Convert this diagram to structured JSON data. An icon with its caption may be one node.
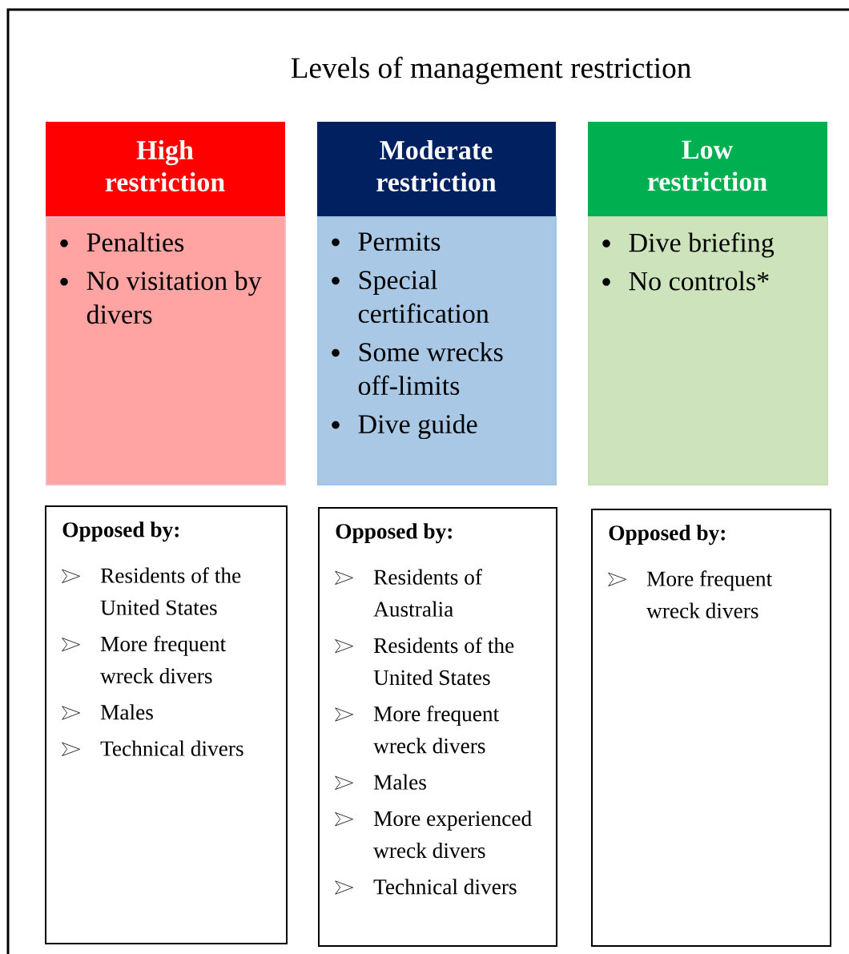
{
  "diagram": {
    "title": "Levels of management restriction",
    "nodes": [
      {
        "text": [
          "High restriction"
        ]
      },
      {
        "text": [
          "Penalties",
          "No visitation by divers"
        ]
      },
      {
        "text": [
          "Moderate restriction"
        ]
      },
      {
        "text": [
          "Permits",
          "Special certification",
          "Some wrecks off-limits",
          "Dive guide"
        ]
      },
      {
        "text": [
          "Low restriction"
        ]
      },
      {
        "text": [
          "Dive briefing",
          "No controls*"
        ]
      },
      {
        "text": [
          "Opposed by:",
          "Residents of the United States",
          "More frequent wreck divers",
          "Males",
          "Technical divers"
        ]
      },
      {
        "text": [
          "Opposed by:",
          "Residents of Australia",
          "Residents of the United States",
          "More frequent wreck divers",
          "Males",
          "More experienced wreck divers",
          "Technical divers"
        ]
      },
      {
        "text": [
          "Opposed by:",
          "More frequent wreck divers"
        ]
      }
    ]
  }
}
